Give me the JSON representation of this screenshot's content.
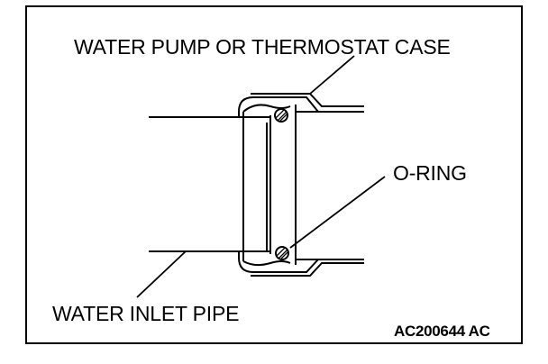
{
  "labels": {
    "housing": "WATER PUMP OR THERMOSTAT CASE",
    "o_ring": "O-RING",
    "inlet_pipe": "WATER INLET PIPE",
    "figure_code": "AC200644 AC"
  }
}
